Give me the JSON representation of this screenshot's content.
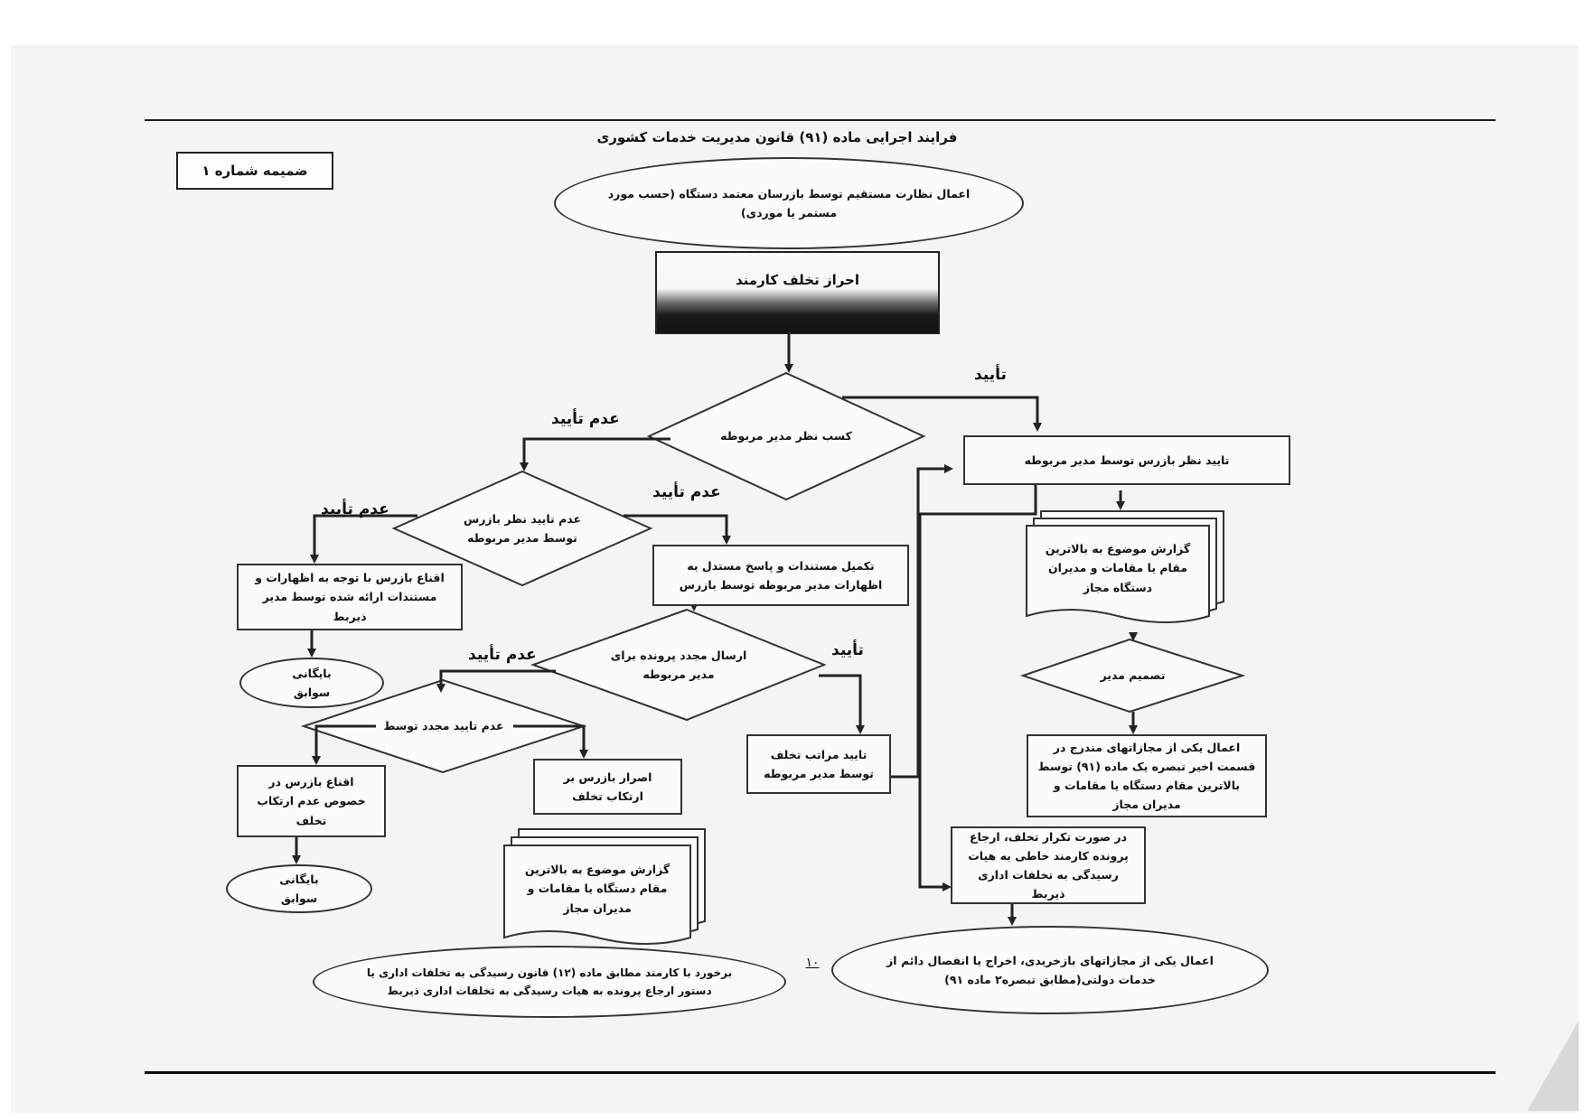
{
  "document": {
    "title": "فرایند اجرایی ماده (۹۱) قانون مدیریت خدمات کشوری",
    "annex_label": "ضمیمه شماره ۱",
    "page_number": "۱۰"
  },
  "nodes": {
    "start": "اعمال نظارت مستقیم توسط بازرسان معتمد دستگاه (حسب مورد مستمر یا موردی)",
    "detect": "احراز تخلف کارمند",
    "ask_manager": "کسب نظر مدیر مربوطه",
    "approve_inspector": "تایید نظر بازرس توسط مدیر مربوطه",
    "report_top_right": "گزارش موضوع به بالاترین مقام یا مقامات و مدیران دستگاه مجاز",
    "manager_decision": "تصمیم مدیر",
    "apply_penalty": "اعمال یکی از مجازاتهای مندرج در قسمت اخیر تبصره یک ماده (۹۱) توسط بالاترین مقام دستگاه یا مقامات و مدیران مجاز",
    "repeat_violation": "در صورت تکرار تخلف، ارجاع پرونده کارمند خاطی به هیات رسیدگی به تخلفات اداری ذیربط",
    "final_right": "اعمال یکی از مجازاتهای بازخریدی، اخراج یا انفصال دائم از خدمات دولتی(مطابق تبصره۲ ماده ۹۱)",
    "manager_disapprove": "عدم تایید نظر بازرس توسط مدیر مربوطه",
    "complete_docs": "تکمیل مستندات و پاسخ مستدل به اظهارات مدیر مربوطه توسط بازرس",
    "convince_inspector": "اقناع بازرس با توجه به اظهارات و مستندات ارائه شده توسط مدیر ذیربط",
    "archive_1": "بایگانی سوابق",
    "resend": "ارسال مجدد پرونده برای مدیر مربوطه",
    "confirm_levels": "تایید مراتب تخلف توسط مدیر مربوطه",
    "disapprove_again": "عدم تایید مجدد توسط",
    "convince_no_violation": "اقناع بازرس در خصوص عدم ارتکاب تخلف",
    "insist": "اصرار بازرس بر ارتکاب تخلف",
    "archive_2": "بایگانی سوابق",
    "report_bottom": "گزارش موضوع به بالاترین مقام دستگاه یا مقامات و مدیران مجاز",
    "final_bottom": "برخورد با کارمند مطابق ماده (۱۲) قانون رسیدگی به تخلفات اداری یا دستور ارجاع پرونده به هیات رسیدگی به تخلفات اداری ذیربط"
  },
  "edge_labels": {
    "approve_1": "تأیید",
    "disapprove_1": "عدم تأیید",
    "disapprove_2": "عدم تأیید",
    "disapprove_3": "عدم تأیید",
    "approve_2": "تأیید",
    "disapprove_4": "عدم تأیید"
  },
  "colors": {
    "ink": "#222222",
    "paper": "#f4f4f4"
  }
}
